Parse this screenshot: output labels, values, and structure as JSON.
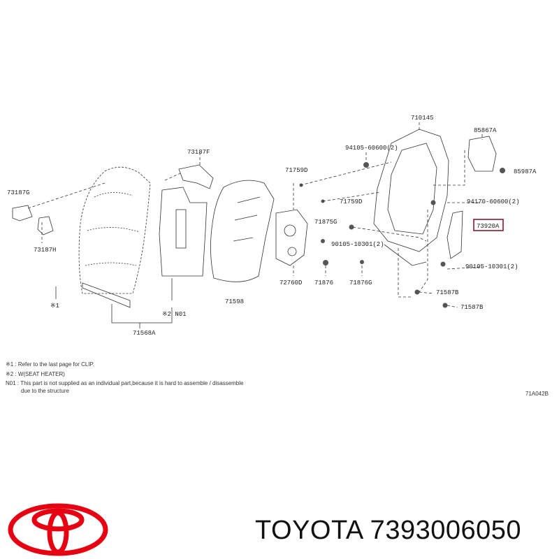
{
  "parts": {
    "p71014S": "71014S",
    "p85867A": "85867A",
    "p94105_60600": "94105-60600(2)",
    "p85987A": "85987A",
    "p73187F": "73187F",
    "p71759D_a": "71759D",
    "p71759D_b": "71759D",
    "p94170_60600": "94170-60600(2)",
    "p73187G": "73187G",
    "p71875G": "71875G",
    "p73920A": "73920A",
    "p90105_10301_a": "90105-10301(2)",
    "p73187H": "73187H",
    "p90105_10301_b": "90105-10301(2)",
    "p72760D": "72760D",
    "p71876": "71876",
    "p71876G": "71876G",
    "p71587B_a": "71587B",
    "p71587B_b": "71587B",
    "p71598": "71598",
    "n1_mark": "※1",
    "n01_mark": "※2 N01",
    "p71568A": "71568A"
  },
  "notes": {
    "line1": "※1 : Refer to the last page for CLIP.",
    "line2": "※2 : W(SEAT HEATER)",
    "line3": "N01 : This part is not supplied as an individual part,because it is hard to assemble / disassemble",
    "line4": "due to the structure"
  },
  "figure_code": "71A042B",
  "brand": {
    "text": "TOYOTA 7393006050",
    "logo_color": "#e60012"
  },
  "highlight_color": "#8b1a2b"
}
